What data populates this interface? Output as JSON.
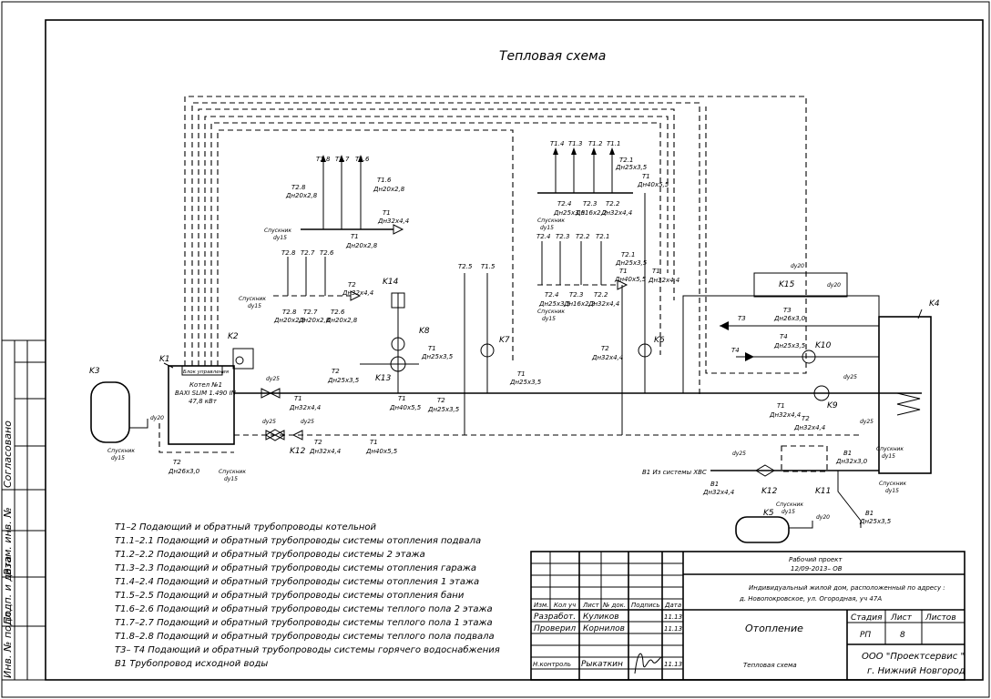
{
  "title": "Тепловая схема",
  "side_labels": {
    "agreed": "Согласовано",
    "inv_no": "Взам. инв. №",
    "sign_date": "Подп. и дата",
    "inv_no_orig": "Инв. № подл."
  },
  "equipment": {
    "k1": "K1",
    "boiler_panel": "Блок управления",
    "boiler_line1": "Котел №1",
    "boiler_line2": "BAXI SLIM 1.490 IN",
    "boiler_line3": "47,8 кВт",
    "k2": "K2",
    "k3": "K3",
    "k4": "K4",
    "k5": "K5",
    "k6": "K6",
    "k7": "K7",
    "k8": "K8",
    "k9": "K9",
    "k10": "K10",
    "k11": "K11",
    "k12a": "K12",
    "k12b": "K12",
    "k13": "K13",
    "k14": "K14",
    "k15": "K15"
  },
  "pipe_labels": {
    "t1": "T1",
    "t2": "T2",
    "t3": "T3",
    "t4": "T4",
    "t11": "T1.1",
    "t12": "T1.2",
    "t13": "T1.3",
    "t14": "T1.4",
    "t15": "T1.5",
    "t16": "T1.6",
    "t17": "T1.7",
    "t18": "T1.8",
    "t21": "T2.1",
    "t22": "T2.2",
    "t23": "T2.3",
    "t24": "T2.4",
    "t25": "T2.5",
    "t26": "T2.6",
    "t27": "T2.7",
    "t28": "T2.8",
    "b1": "B1",
    "cold_water_in": "B1 Из системы ХВС",
    "drain": "Спускник",
    "du15": "dу15",
    "du20": "dу20",
    "du25": "dу25",
    "d32": "Дн32х4,4",
    "d25": "Дн25х3,5",
    "d40": "Дн40х5,5",
    "d20": "Дн20х2,8",
    "d26": "Дн26х3,0",
    "d16": "Дн16х2,2",
    "d32b": "Дн32х3,0"
  },
  "legend": [
    "Т1–2  Подающий и обратный трубопроводы котельной",
    "Т1.1–2.1  Подающий и обратный трубопроводы системы отопления подвала",
    "Т1.2–2.2  Подающий и обратный трубопроводы системы  2  этажа",
    "Т1.3–2.3  Подающий и обратный трубопроводы системы отопления гаража",
    "Т1.4–2.4  Подающий и обратный трубопроводы системы отопления  1  этажа",
    "Т1.5–2.5  Подающий и обратный трубопроводы системы отопления бани",
    "Т1.6–2.6  Подающий и обратный трубопроводы системы теплого пола  2  этажа",
    "Т1.7–2.7  Подающий и обратный трубопроводы системы теплого пола  1  этажа",
    "Т1.8–2.8  Подающий и обратный трубопроводы системы теплого пола подвала",
    "Т3– Т4  Подающий и обратный трубопроводы системы горячего водоснабжения",
    "В1  Трубопровод исходной воды"
  ],
  "title_block": {
    "project_type": "Рабочий проект",
    "project_code": "12/09-2013– ОВ",
    "object_line1": "Индивидуальный жилой дом, расположенный по адресу :",
    "object_line2": "д.  Новопокровское,  ул.  Огородная,  уч 47А",
    "h_izm": "Изм.",
    "h_kol": "Кол уч",
    "h_list": "Лист",
    "h_doc": "№ док.",
    "h_sign": "Подпись",
    "h_date": "Дата",
    "role_dev": "Разработ.",
    "name_dev": "Куликов",
    "date_dev": "11.13",
    "role_chk": "Проверил",
    "name_chk": "Корнилов",
    "date_chk": "11.13",
    "role_nctl": "Н.контроль",
    "name_nctl": "Рыкаткин",
    "date_nctl": "11.13",
    "section": "Отопление",
    "sheet_title": "Тепловая схема",
    "h_stage": "Стадия",
    "h_sheet": "Лист",
    "h_sheets": "Листов",
    "stage": "РП",
    "sheet_no": "8",
    "sheets_total": "",
    "company_line1": "ООО  \"Проектсервис \"",
    "company_line2": "г.  Нижний Новгород"
  }
}
